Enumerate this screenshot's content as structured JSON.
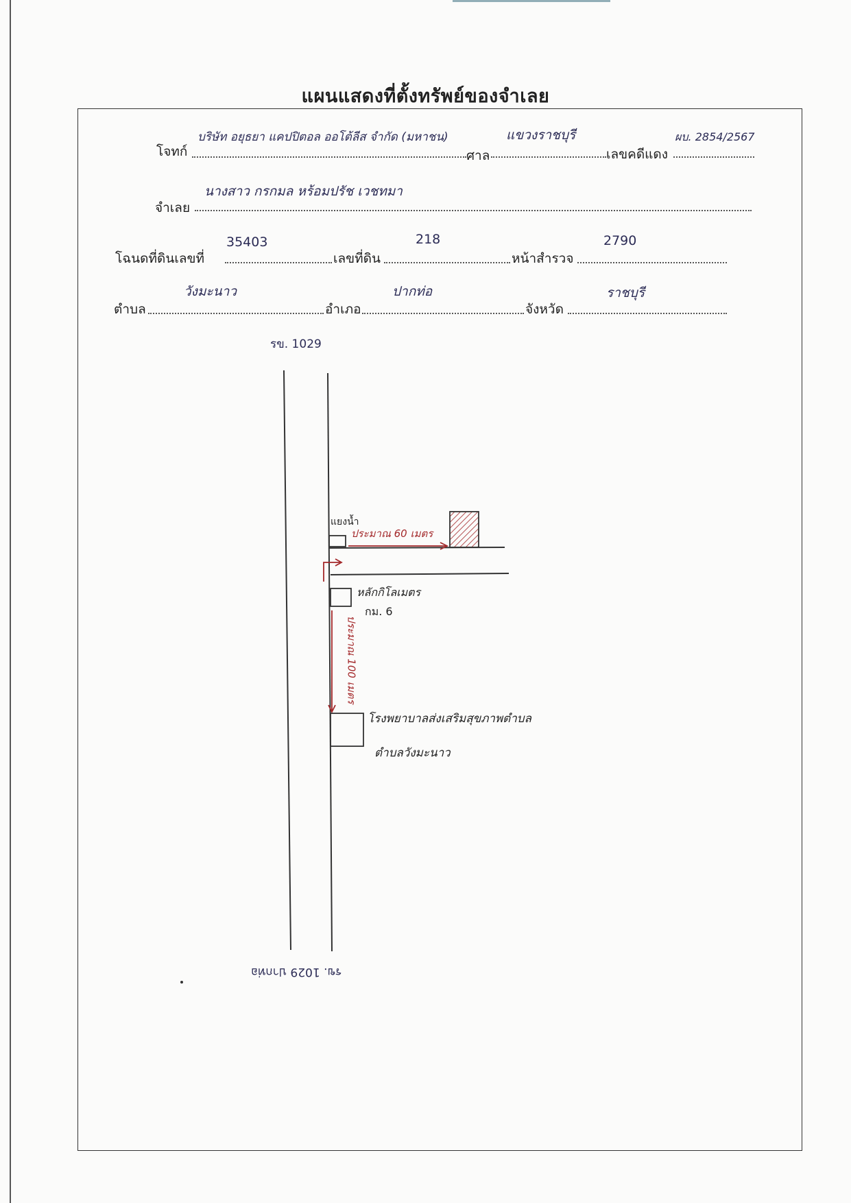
{
  "title": "แผนแสดงที่ตั้งทรัพย์ของจำเลย",
  "form": {
    "plaintiff_label": "โจทก์",
    "plaintiff_value": "บริษัท อยุธยา แคปปิตอล ออโต้ลีส จำกัด (มหาชน)",
    "court_label": "ศาล",
    "court_value": "แขวงราชบุรี",
    "red_case_label": "เลขคดีแดง",
    "red_case_value": "ผบ. 2854/2567",
    "defendant_label": "จำเลย",
    "defendant_value": "นางสาว กรกมล หร้อมปรัช เวชทมา",
    "deed_label": "โฉนดที่ดินเลขที่",
    "deed_value": "35403",
    "land_no_label": "เลขที่ดิน",
    "land_no_value": "218",
    "survey_label": "หน้าสำรวจ",
    "survey_value": "2790",
    "subdistrict_label": "ตำบล",
    "subdistrict_value": "วังมะนาว",
    "district_label": "อำเภอ",
    "district_value": "ปากท่อ",
    "province_label": "จังหวัด",
    "province_value": "ราชบุรี"
  },
  "map": {
    "road_top_label": "รข. 1029",
    "road_bottom_label": "รข. 1029 ปากท่อ",
    "shop_label": "แยงน้ำ",
    "distance_horizontal": "ประมาณ 60 เมตร",
    "marker_label_1": "หลักกิโลเมตร",
    "marker_label_2": "กม. 6",
    "distance_vertical": "ประมาณ 100 เมตร",
    "hospital_label_1": "โรงพยาบาลส่งเสริมสุขภาพตำบล",
    "hospital_label_2": "ตำบลวังมะนาว",
    "accent_color": "#a3282a"
  }
}
